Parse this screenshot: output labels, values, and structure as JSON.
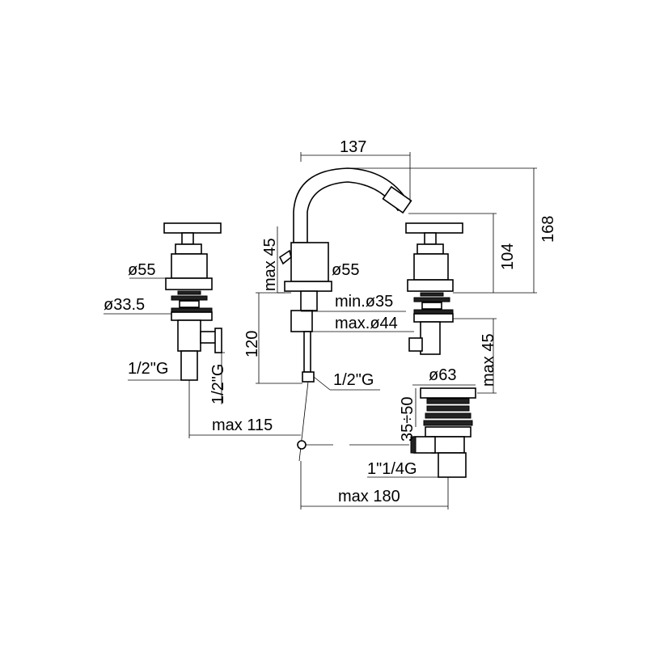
{
  "labels": {
    "dim_137": "137",
    "dim_168": "168",
    "dim_104": "104",
    "dim_max45_top": "max 45",
    "dim_max45_right": "max 45",
    "dia55_left": "ø55",
    "dia55_center": "ø55",
    "dia33_5": "ø33.5",
    "min_dia35": "min.ø35",
    "max_dia44": "max.ø44",
    "dim_120": "120",
    "half_g_left": "1/2\"G",
    "half_g_vertical": "1/2\"G",
    "half_g_center": "1/2\"G",
    "dia63": "ø63",
    "dim_35_50": "35÷50",
    "one_quarter_g": "1\"1/4G",
    "max_115": "max 115",
    "max_180": "max 180"
  }
}
